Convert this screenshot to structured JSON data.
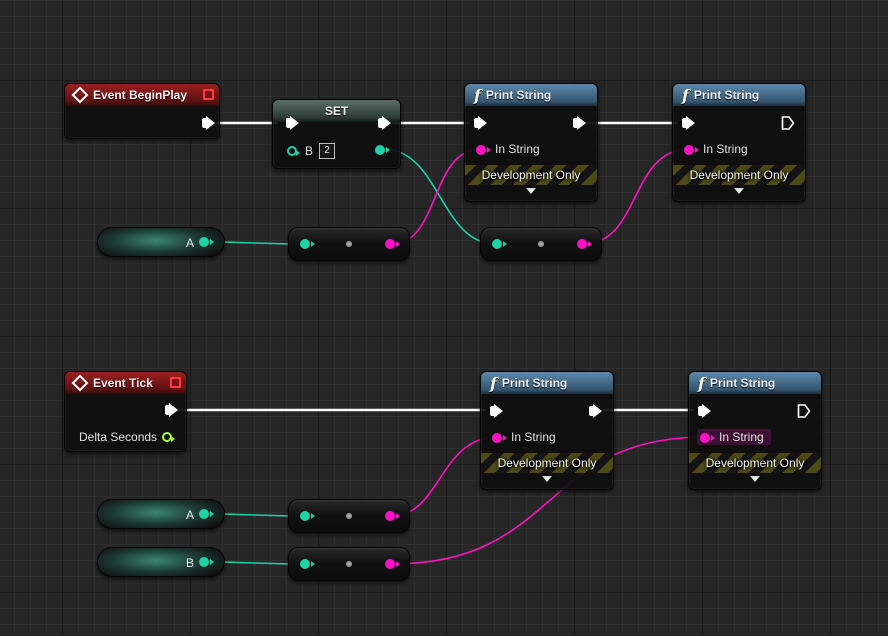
{
  "graph": {
    "begin_play": {
      "title": "Event BeginPlay"
    },
    "tick": {
      "title": "Event Tick",
      "delta_label": "Delta Seconds"
    },
    "set": {
      "title": "SET",
      "var_label": "B",
      "var_value": "2"
    },
    "print_nodes": [
      {
        "title": "Print String",
        "pin_label": "In String",
        "band": "Development Only"
      },
      {
        "title": "Print String",
        "pin_label": "In String",
        "band": "Development Only"
      },
      {
        "title": "Print String",
        "pin_label": "In String",
        "band": "Development Only"
      },
      {
        "title": "Print String",
        "pin_label": "In String",
        "band": "Development Only"
      }
    ],
    "variables": [
      {
        "label": "A"
      },
      {
        "label": "A"
      },
      {
        "label": "B"
      }
    ]
  },
  "colors": {
    "exec": "#ffffff",
    "string_pin": "#ff12c6",
    "int_pin": "#1ed2a6",
    "float_pin": "#a4ff3c",
    "event_header": "#9c1f1f",
    "function_header": "#5d88ab"
  },
  "icons": {
    "event": "diamond-event-icon",
    "function": "function-f-icon",
    "delegate": "red-square-delegate-icon",
    "expand": "triangle-down-icon"
  }
}
